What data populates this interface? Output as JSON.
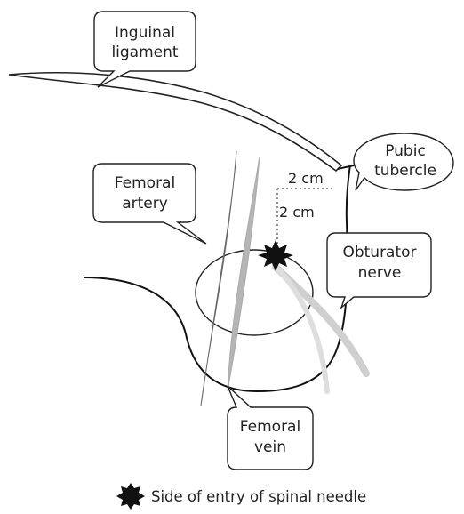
{
  "labels": {
    "inguinal_ligament": [
      "Inguinal",
      "ligament"
    ],
    "pubic_tubercle": [
      "Pubic",
      "tubercle"
    ],
    "femoral_artery": [
      "Femoral",
      "artery"
    ],
    "obturator_nerve": [
      "Obturator",
      "nerve"
    ],
    "femoral_vein": [
      "Femoral",
      "vein"
    ]
  },
  "measurements": {
    "horizontal": "2 cm",
    "vertical": "2 cm"
  },
  "legend": {
    "text": "Side of entry of spinal needle"
  }
}
